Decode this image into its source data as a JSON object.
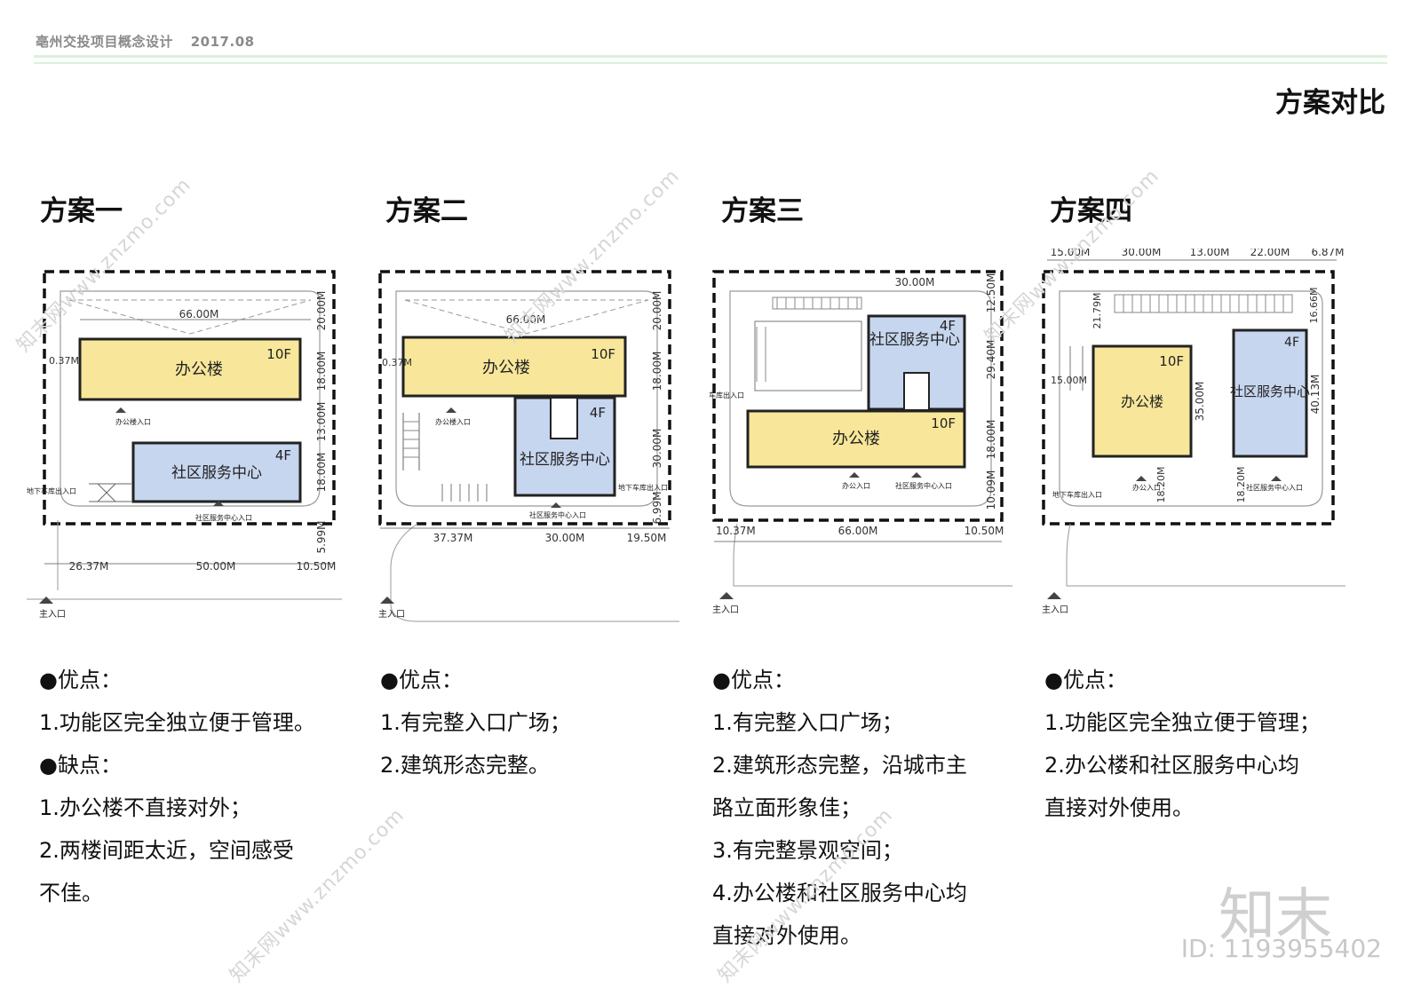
{
  "header": {
    "project": "亳州交投项目概念设计",
    "date": "2017.08"
  },
  "page_title": "方案对比",
  "schemes": [
    {
      "title": "方案一",
      "office": {
        "label": "办公楼",
        "floors": "10F"
      },
      "service": {
        "label": "社区服务中心",
        "floors": "4F"
      },
      "dims": [
        "66.00M",
        "20.00M",
        "18.00M",
        "13.00M",
        "18.00M",
        "0.37M",
        "5.99M",
        "26.37M",
        "50.00M",
        "10.50M"
      ],
      "labels": [
        "办公楼入口",
        "地下车库出入口",
        "社区服务中心入口",
        "主入口"
      ],
      "desc": [
        "●优点：",
        "1.功能区完全独立便于管理。",
        "●缺点：",
        "1.办公楼不直接对外；",
        "2.两楼间距太近，空间感受",
        "不佳。"
      ]
    },
    {
      "title": "方案二",
      "office": {
        "label": "办公楼",
        "floors": "10F"
      },
      "service": {
        "label": "社区服务中心",
        "floors": "4F"
      },
      "dims": [
        "66.00M",
        "20.00M",
        "18.00M",
        "30.00M",
        "6.99M",
        "0.37M",
        "37.37M",
        "30.00M",
        "19.50M"
      ],
      "labels": [
        "办公楼入口",
        "地下车库出入口",
        "社区服务中心入口",
        "主入口"
      ],
      "desc": [
        "●优点：",
        "1.有完整入口广场；",
        "2.建筑形态完整。"
      ]
    },
    {
      "title": "方案三",
      "office": {
        "label": "办公楼",
        "floors": "10F"
      },
      "service": {
        "label": "社区服务中心",
        "floors": "4F"
      },
      "dims": [
        "30.00M",
        "12.50M",
        "29.40M",
        "18.00M",
        "10.09M",
        "10.37M",
        "66.00M",
        "10.50M"
      ],
      "labels": [
        "车库出入口",
        "办公入口",
        "社区服务中心入口",
        "主入口"
      ],
      "desc": [
        "●优点：",
        "1.有完整入口广场；",
        "2.建筑形态完整，沿城市主",
        "路立面形象佳；",
        "3.有完整景观空间；",
        "4.办公楼和社区服务中心均",
        "直接对外使用。"
      ]
    },
    {
      "title": "方案四",
      "office": {
        "label": "办公楼",
        "floors": "10F"
      },
      "service": {
        "label": "社区服务中心",
        "floors": "4F"
      },
      "dims": [
        "15.00M",
        "30.00M",
        "13.00M",
        "22.00M",
        "6.87M",
        "21.79M",
        "16.66M",
        "15.00M",
        "35.00M",
        "40.13M",
        "18.20M",
        "18.20M"
      ],
      "labels": [
        "地下车库出入口",
        "办公入口",
        "社区服务中心入口",
        "主入口"
      ],
      "desc": [
        "●优点：",
        "1.功能区完全独立便于管理；",
        "2.办公楼和社区服务中心均",
        "直接对外使用。"
      ]
    }
  ],
  "watermark": {
    "logo": "知末",
    "id": "ID: 1193955402",
    "text": "知末网www.znzmo.com"
  },
  "colors": {
    "office": "#f8e79a",
    "service": "#c7d6ef",
    "header_line": "#d9f1d9"
  }
}
